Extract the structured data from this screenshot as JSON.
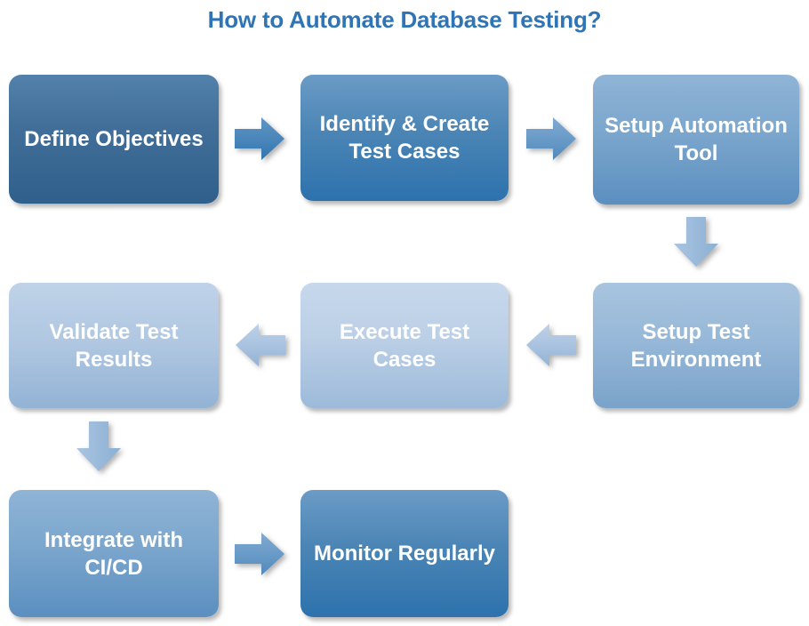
{
  "title": "How to Automate Database Testing?",
  "theme": {
    "title_color": "#2F75B5",
    "background": "#FFFFFF",
    "text_color": "#FFFFFF",
    "shades": {
      "darkest": "#2F5F8C",
      "dark": "#2D72AD",
      "mid": "#5B8FBF",
      "light": "#7AA3CA",
      "lighter": "#93B3D5",
      "lightest": "#9DBADA"
    }
  },
  "flowchart": {
    "type": "flowchart",
    "steps": [
      {
        "id": "step-1",
        "order": 1,
        "label": "Define Objectives",
        "shade": "darkest",
        "row": 1,
        "col": 1
      },
      {
        "id": "step-2",
        "order": 2,
        "label": "Identify & Create Test Cases",
        "shade": "dark",
        "row": 1,
        "col": 2
      },
      {
        "id": "step-3",
        "order": 3,
        "label": "Setup Automation Tool",
        "shade": "mid",
        "row": 1,
        "col": 3
      },
      {
        "id": "step-4",
        "order": 4,
        "label": "Setup Test Environment",
        "shade": "light",
        "row": 2,
        "col": 3
      },
      {
        "id": "step-5",
        "order": 5,
        "label": "Execute Test Cases",
        "shade": "lightest",
        "row": 2,
        "col": 2
      },
      {
        "id": "step-6",
        "order": 6,
        "label": "Validate Test Results",
        "shade": "lighter",
        "row": 2,
        "col": 1
      },
      {
        "id": "step-7",
        "order": 7,
        "label": "Integrate with CI/CD",
        "shade": "mid",
        "row": 3,
        "col": 1
      },
      {
        "id": "step-8",
        "order": 8,
        "label": "Monitor Regularly",
        "shade": "dark",
        "row": 3,
        "col": 2
      }
    ],
    "connectors": [
      {
        "id": "arrow-1",
        "from": "step-1",
        "to": "step-2",
        "direction": "right"
      },
      {
        "id": "arrow-2",
        "from": "step-2",
        "to": "step-3",
        "direction": "right"
      },
      {
        "id": "arrow-3",
        "from": "step-3",
        "to": "step-4",
        "direction": "down"
      },
      {
        "id": "arrow-4",
        "from": "step-4",
        "to": "step-5",
        "direction": "left"
      },
      {
        "id": "arrow-5",
        "from": "step-5",
        "to": "step-6",
        "direction": "left"
      },
      {
        "id": "arrow-6",
        "from": "step-6",
        "to": "step-7",
        "direction": "down"
      },
      {
        "id": "arrow-7",
        "from": "step-7",
        "to": "step-8",
        "direction": "right"
      }
    ]
  },
  "box_text": {
    "define_objectives": "Define Objectives",
    "identify_create_test_cases": "Identify & Create Test Cases",
    "setup_automation_tool": "Setup Automation Tool",
    "setup_test_environment": "Setup Test Environment",
    "execute_test_cases": "Execute Test Cases",
    "validate_test_results": "Validate Test Results",
    "integrate_with_cicd": "Integrate with CI/CD",
    "monitor_regularly": "Monitor Regularly"
  }
}
